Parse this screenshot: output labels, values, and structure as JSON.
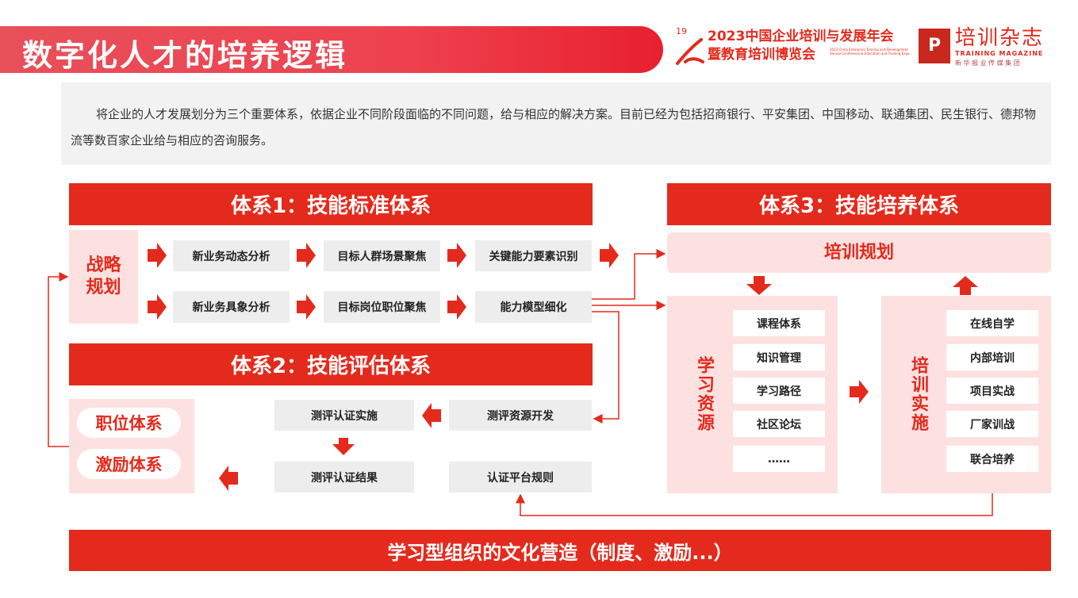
{
  "title": "数字化人才的培养逻辑",
  "event_logo": {
    "number": "19",
    "year_title": "2023中国企业培训与发展年会",
    "subtitle": "暨教育培训博览会",
    "english": "2023 China Enterprise Training and Development Annual Conference & Education and Training Expo"
  },
  "magazine_logo": {
    "name": "培训杂志",
    "english": "TRAINING MAGAZINE",
    "group": "新 华 报 业 传 媒 集 团"
  },
  "intro": "将企业的人才发展划分为三个重要体系，依据企业不同阶段面临的不同问题，给与相应的解决方案。目前已经为包括招商银行、平安集团、中国移动、联通集团、民生银行、德邦物流等数百家企业给与相应的咨询服务。",
  "system1": {
    "title": "体系1：技能标准体系",
    "source": "战略\n规划",
    "row1": [
      "新业务动态分析",
      "目标人群场景聚焦",
      "关键能力要素识别"
    ],
    "row2": [
      "新业务具象分析",
      "目标岗位职位聚焦",
      "能力模型细化"
    ]
  },
  "system2": {
    "title": "体系2：技能评估体系",
    "outputs": [
      "职位体系",
      "激励体系"
    ],
    "steps": {
      "resource_dev": "测评资源开发",
      "implement": "测评认证实施",
      "result": "测评认证结果",
      "platform": "认证平台规则"
    }
  },
  "system3": {
    "title": "体系3：技能培养体系",
    "planning": "培训规划",
    "resources": {
      "label": "学习资源",
      "items": [
        "课程体系",
        "知识管理",
        "学习路径",
        "社区论坛",
        "……"
      ]
    },
    "implementation": {
      "label": "培训实施",
      "items": [
        "在线自学",
        "内部培训",
        "项目实战",
        "厂家训战",
        "联合培养"
      ]
    }
  },
  "footer": "学习型组织的文化营造（制度、激励...）",
  "colors": {
    "accent": "#e42a1c",
    "light": "#fde1e1",
    "gray": "#ededed"
  }
}
